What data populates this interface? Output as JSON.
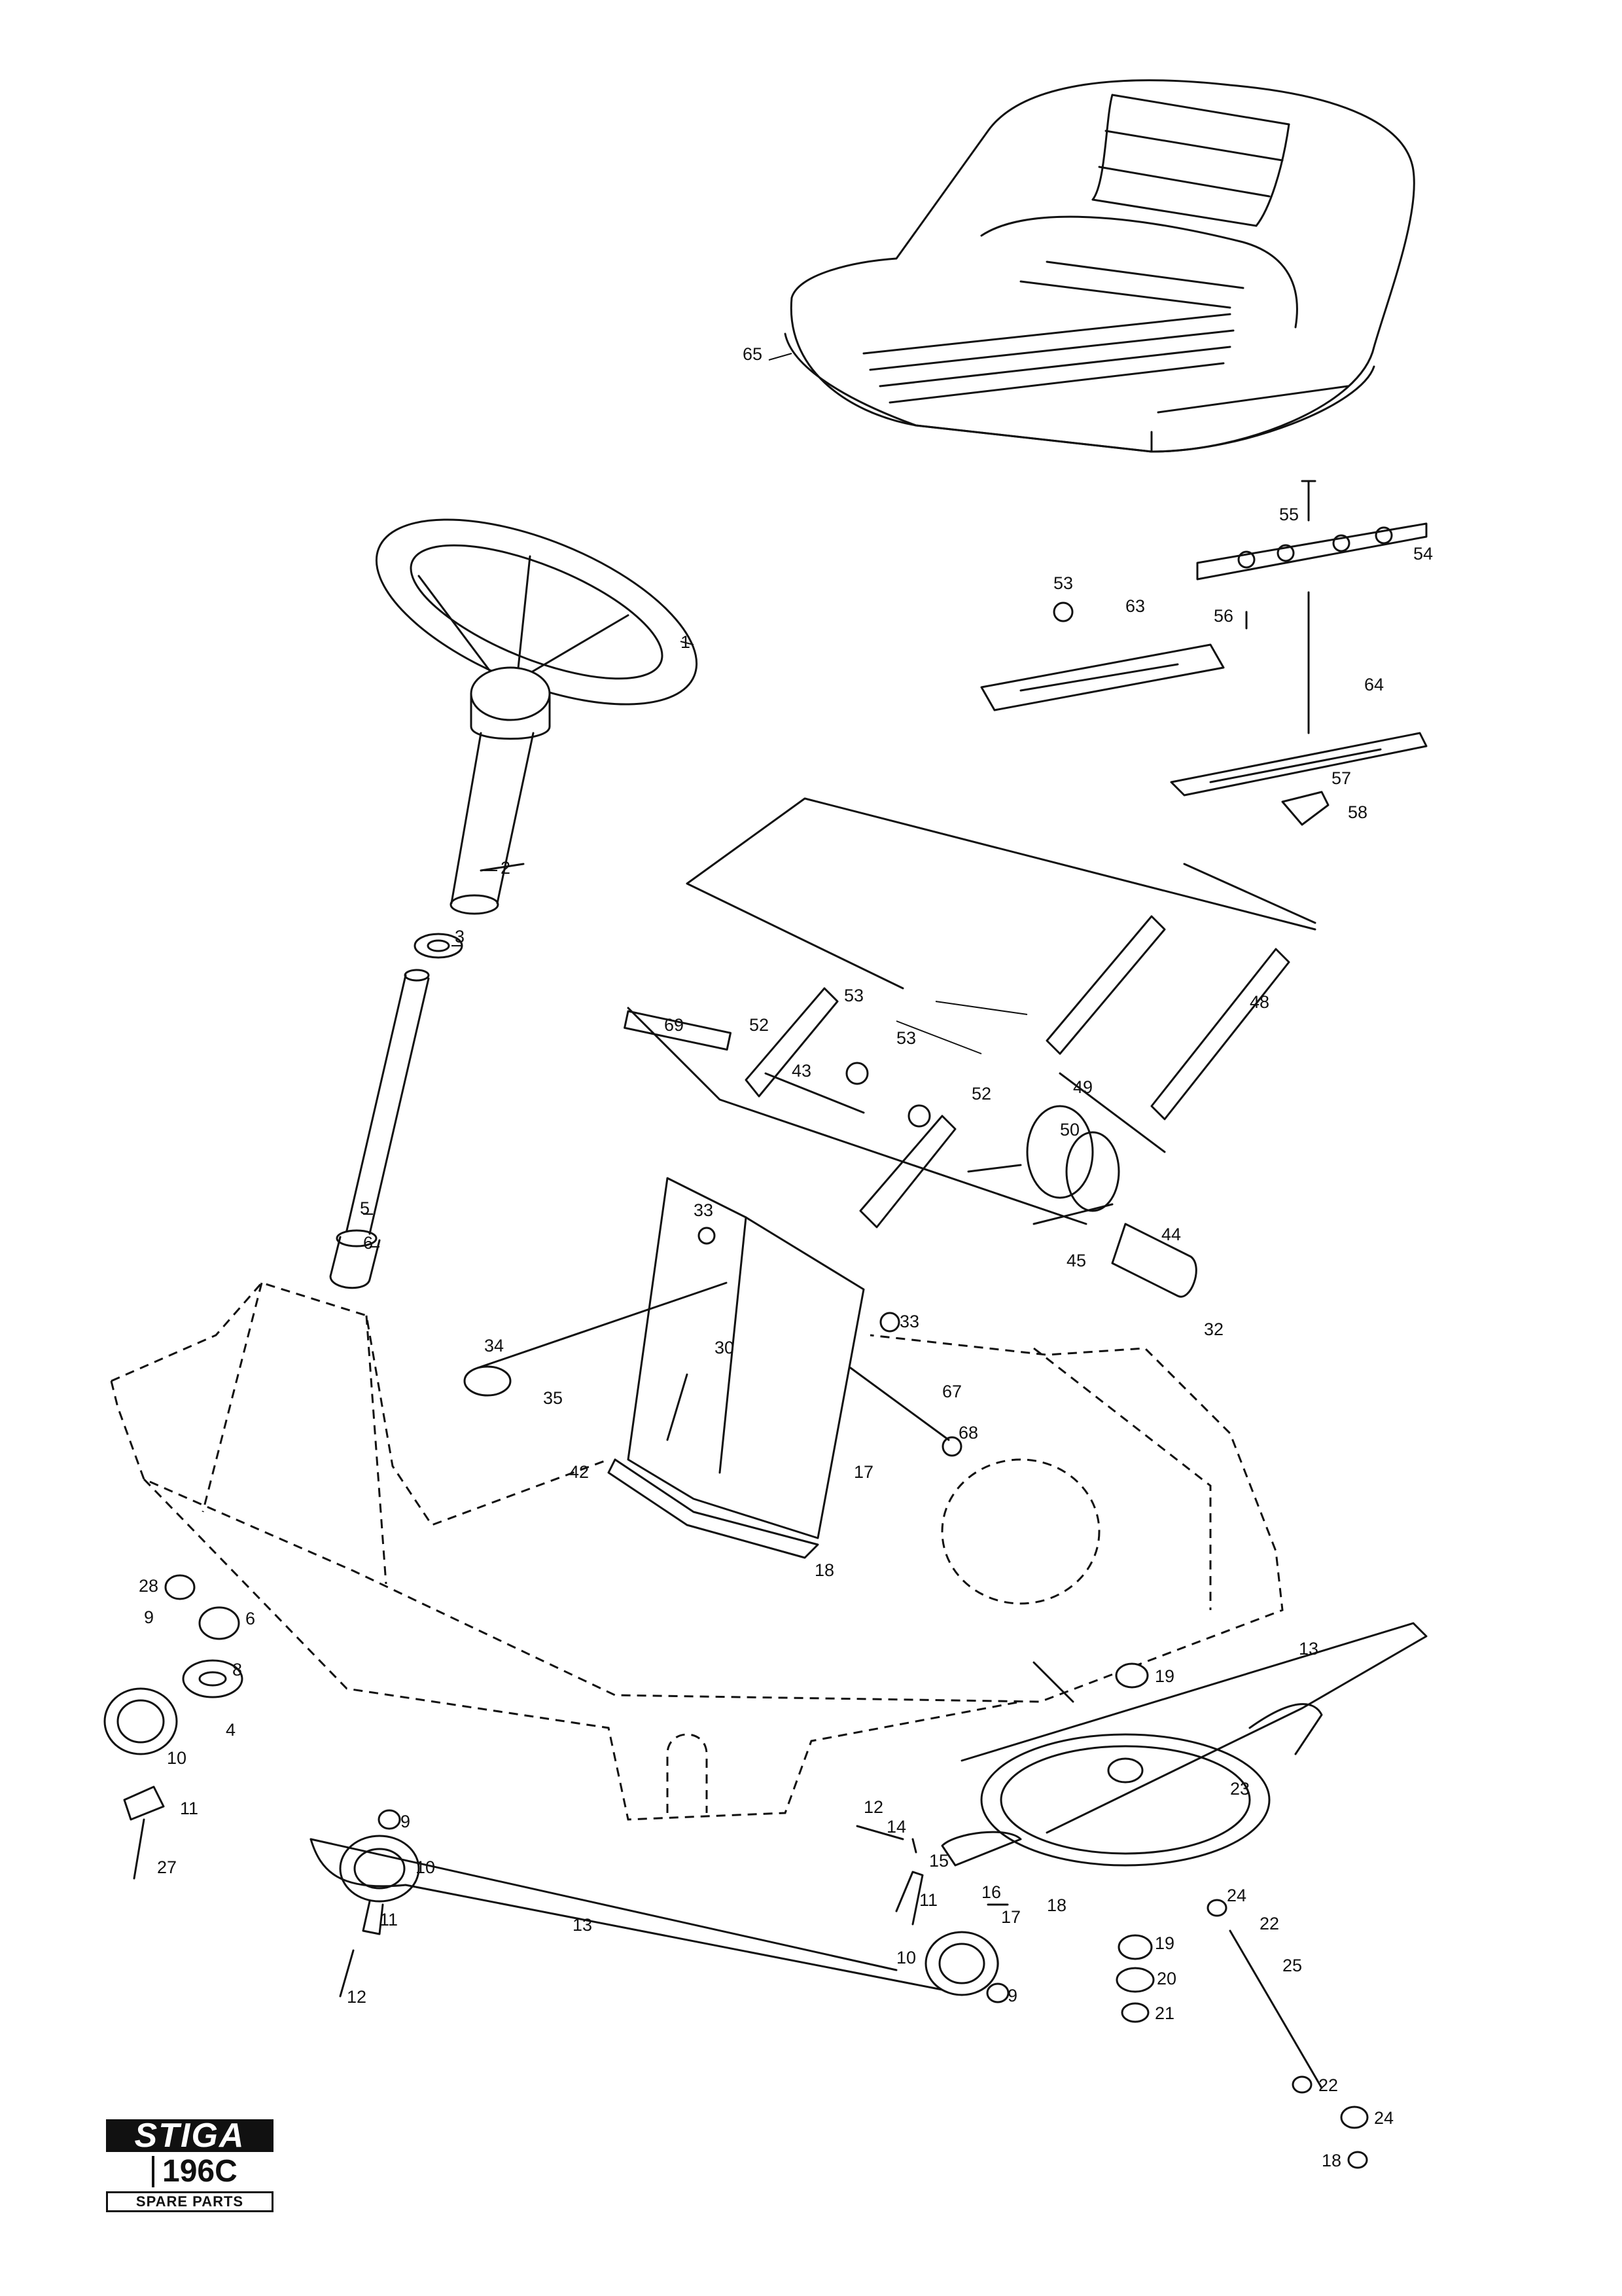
{
  "callouts": [
    "65",
    "1",
    "2",
    "3",
    "5",
    "6",
    "55",
    "54",
    "53",
    "63",
    "56",
    "64",
    "57",
    "58",
    "69",
    "52",
    "53",
    "53",
    "52",
    "43",
    "48",
    "49",
    "50",
    "44",
    "45",
    "32",
    "33",
    "33",
    "30",
    "34",
    "35",
    "67",
    "68",
    "42",
    "17",
    "18",
    "28",
    "9",
    "6",
    "8",
    "4",
    "10",
    "11",
    "27",
    "9",
    "10",
    "11",
    "12",
    "13",
    "13",
    "19",
    "23",
    "12",
    "14",
    "15",
    "16",
    "17",
    "18",
    "24",
    "22",
    "25",
    "11",
    "10",
    "9",
    "19",
    "20",
    "21",
    "22",
    "24",
    "18"
  ],
  "logo": {
    "brand": "STIGA",
    "model": "196C",
    "caption": "SPARE PARTS"
  }
}
